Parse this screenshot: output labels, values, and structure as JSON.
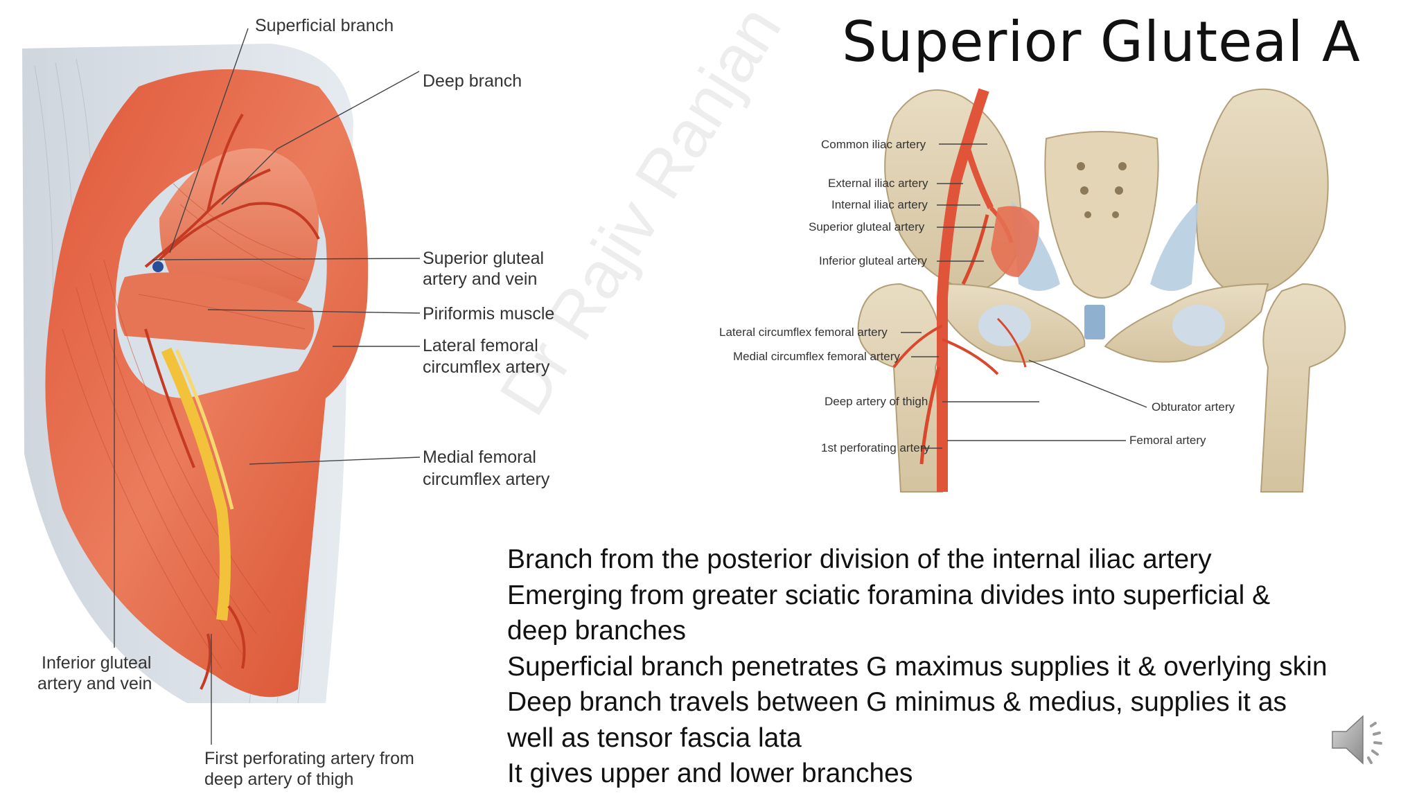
{
  "slide": {
    "title": "Superior Gluteal A",
    "watermark": "Dr Rajiv Ranjan"
  },
  "left_figure": {
    "labels": {
      "superficial_branch": "Superficial branch",
      "deep_branch": "Deep branch",
      "sup_gluteal_1": "Superior gluteal",
      "sup_gluteal_2": "artery and vein",
      "piriformis": "Piriformis muscle",
      "lat_fem_1": "Lateral femoral",
      "lat_fem_2": "circumflex artery",
      "med_fem_1": "Medial femoral",
      "med_fem_2": "circumflex artery",
      "inf_gluteal_1": "Inferior gluteal",
      "inf_gluteal_2": "artery and vein",
      "first_perf_1": "First perforating artery from",
      "first_perf_2": "deep artery of thigh"
    }
  },
  "right_figure": {
    "labels": {
      "common_iliac": "Common iliac artery",
      "external_iliac": "External iliac artery",
      "internal_iliac": "Internal iliac artery",
      "superior_gluteal": "Superior gluteal artery",
      "inferior_gluteal": "Inferior gluteal artery",
      "lateral_circumflex": "Lateral circumflex femoral artery",
      "medial_circumflex": "Medial circumflex femoral artery",
      "deep_artery_thigh": "Deep artery of thigh",
      "first_perforating": "1st perforating artery",
      "obturator": "Obturator artery",
      "femoral": "Femoral artery"
    }
  },
  "bullets": [
    "Branch from the posterior division of the internal iliac artery",
    "Emerging from greater sciatic foramina divides into superficial &",
    "deep branches",
    "Superficial branch penetrates G maximus supplies it & overlying skin",
    "Deep branch travels between G minimus & medius, supplies it as",
    "well as tensor fascia lata",
    "It gives upper and lower branches"
  ],
  "icons": {
    "speaker": "speaker-icon"
  }
}
